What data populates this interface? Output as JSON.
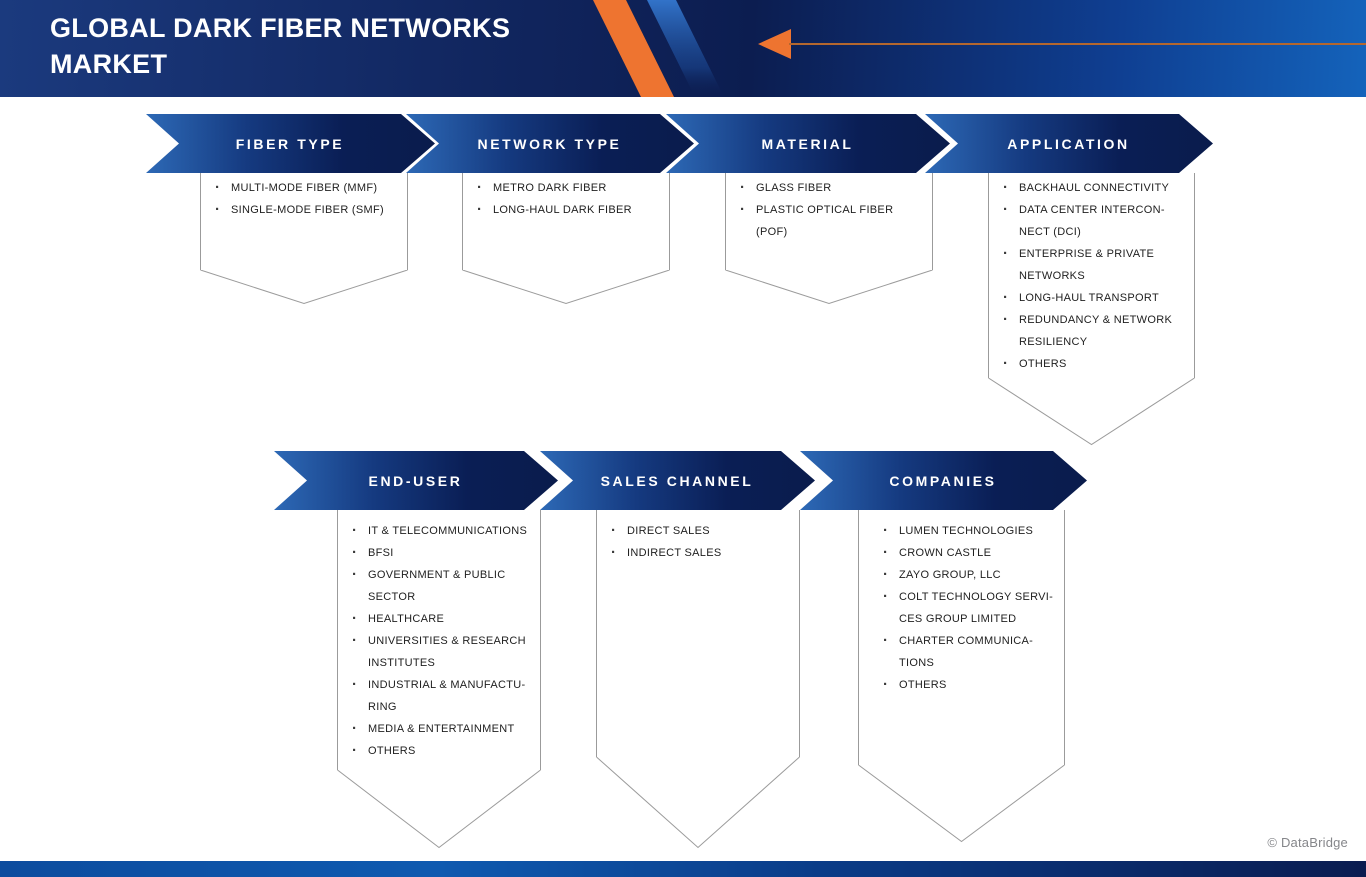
{
  "header": {
    "title": "GLOBAL DARK FIBER NETWORKS MARKET"
  },
  "watermark": "© DataBridge",
  "colors": {
    "accent_orange": "#EE7430",
    "navy_dark": "#0A1C4C",
    "blue_bright": "#2D69B6",
    "footer_blue": "#0F5AB0",
    "text_dark": "#1E1E1E",
    "border_gray": "#9B9B9B",
    "watermark_gray": "#85868A"
  },
  "categories": [
    {
      "id": "fiber-type",
      "label": "FIBER TYPE",
      "items": [
        "MULTI-MODE FIBER (MMF)",
        "SINGLE-MODE FIBER (SMF)"
      ]
    },
    {
      "id": "network-type",
      "label": "NETWORK TYPE",
      "items": [
        "METRO DARK FIBER",
        "LONG-HAUL DARK FIBER"
      ]
    },
    {
      "id": "material",
      "label": "MATERIAL",
      "items": [
        "GLASS FIBER",
        "PLASTIC OPTICAL FIBER (POF)"
      ]
    },
    {
      "id": "application",
      "label": "APPLICATION",
      "items": [
        "BACKHAUL CONNECTIVITY",
        "DATA CENTER INTERCON-NECT (DCI)",
        "ENTERPRISE & PRIVATE NETWORKS",
        "LONG-HAUL TRANSPORT",
        "REDUNDANCY & NETWORK RESILIENCY",
        "OTHERS"
      ]
    },
    {
      "id": "end-user",
      "label": "END-USER",
      "items": [
        "IT & TELECOMMUNICATIONS",
        "BFSI",
        "GOVERNMENT & PUBLIC SECTOR",
        "HEALTHCARE",
        "UNIVERSITIES & RESEARCH INSTITUTES",
        "INDUSTRIAL & MANUFACTU-RING",
        "MEDIA & ENTERTAINMENT",
        "OTHERS"
      ]
    },
    {
      "id": "sales-channel",
      "label": "SALES CHANNEL",
      "items": [
        "DIRECT SALES",
        "INDIRECT SALES"
      ]
    },
    {
      "id": "companies",
      "label": "COMPANIES",
      "items": [
        "LUMEN TECHNOLOGIES",
        "CROWN CASTLE",
        "ZAYO GROUP, LLC",
        "COLT TECHNOLOGY SERVI-CES GROUP LIMITED",
        "CHARTER COMMUNICA-TIONS",
        "OTHERS"
      ]
    }
  ]
}
